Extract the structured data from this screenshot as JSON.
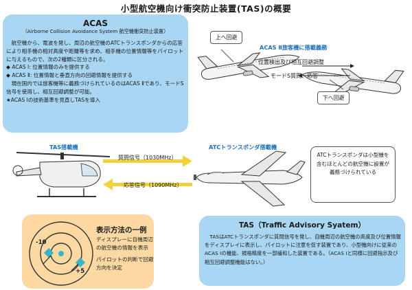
{
  "title": "小型航空機向け衝突防止装置(TAS)の概要",
  "acas": {
    "heading": "ACAS",
    "subheading": "（Airborne Collision Avoidance System 航空機衝突防止装置）",
    "paragraph1": "航空機から、電波を発し、周辺の航空機のATCトランスポンダからの応答により相手機の相対高度や距離等を求め、相手機の位置情報等をパイロットに与えるもので、次の2種類に区分される。",
    "item1": "◆ ACAS Ⅰ: 位置情報のみを提供する",
    "item2": "◆ ACAS Ⅱ: 位置情報と垂直方向の回避情報を提供する",
    "paragraph2": "現在国内では旅客機等に義務づけられているのはACAS Ⅱであり、モードS信号を使用し、相互回避調整が可能。",
    "note": "★ACAS Ⅰの技術基準を見直しTASを導入"
  },
  "acas2_diagram": {
    "label": "ACAS Ⅱ旅客機に搭載義務",
    "callout_up": "上へ回避",
    "callout_down": "下へ回避",
    "exchange1": "位置検出及び相互回避調整",
    "exchange2": "モードS質問、応答"
  },
  "tas_equipped": {
    "label": "TAS搭載機",
    "interrogation": "質問信号（1030MHz）",
    "reply": "応答信号（1090MHz）"
  },
  "atc_equipped": {
    "label": "ATCトランスポンダ搭載機",
    "note": "ATCトランスポンダは小型機を含むほとんどの航空機に設置が義務づけられている"
  },
  "display_example": {
    "title": "表示方法の一例",
    "text1": "ディスプレーに自機周辺の航空機の情報を表示",
    "text2": "パイロットの判断で回避方向を決定",
    "target_minus": "-10",
    "target_plus": "+5"
  },
  "tas": {
    "heading": "TAS（Traffic Advisory Syatem）",
    "body": "TASはATCトランスポンダに質問信号を発し、自機周辺の航空機の高度及び位置情報をディスプレイに表示し、パイロットに注意を促す装置であり、小型機向けに従来のACAS Ⅰの機能、規格精度を一部緩和した装置である。（ACAS Ⅰと同様に回避指示及び相互回避調整機能はない。）"
  },
  "colors": {
    "panel_blue": "#a9d6f2",
    "panel_orange": "#fcd9a3",
    "label_blue": "#1e6fb8",
    "arrow_yellow": "#f2d23a",
    "display_rings": "#333333",
    "target_cyan": "#3ab6c6"
  },
  "icons": [
    "airliner-left-icon",
    "airliner-right-icon",
    "helicopter-icon",
    "small-plane-icon",
    "radar-display-icon"
  ]
}
